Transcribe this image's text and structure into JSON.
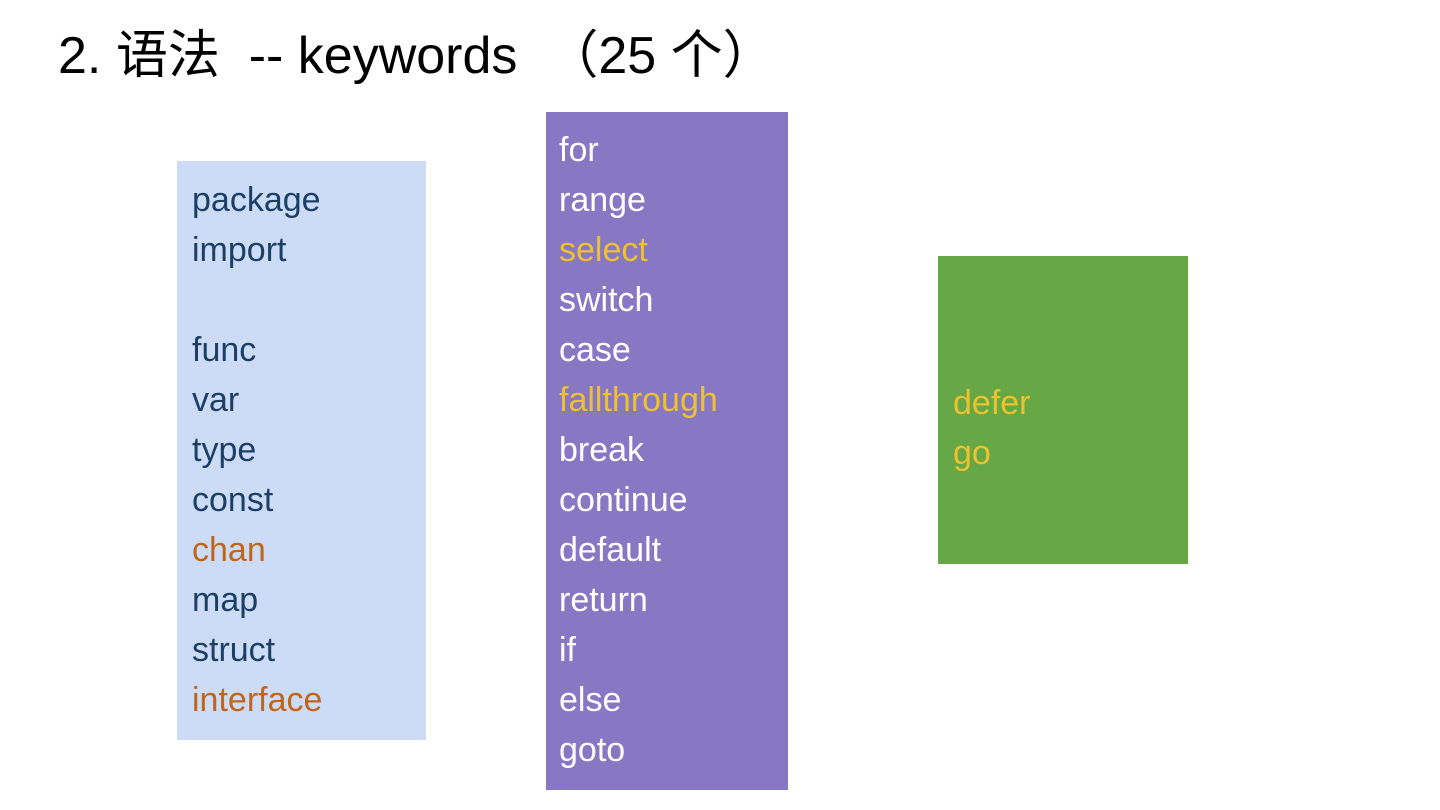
{
  "slide": {
    "title": "2. 语法  -- keywords  （25 个）",
    "background_color": "#ffffff"
  },
  "boxes": [
    {
      "name": "declarations",
      "background_color": "#ccdcf7",
      "text_color": "#1c3f66",
      "accent_color": "#c0651a",
      "items": [
        {
          "label": "package",
          "accent": false
        },
        {
          "label": "import",
          "accent": false
        },
        {
          "label": " ",
          "accent": false,
          "spacer": true
        },
        {
          "label": "func",
          "accent": false
        },
        {
          "label": "var",
          "accent": false
        },
        {
          "label": "type",
          "accent": false
        },
        {
          "label": "const",
          "accent": false
        },
        {
          "label": "chan",
          "accent": true
        },
        {
          "label": "map",
          "accent": false
        },
        {
          "label": "struct",
          "accent": false
        },
        {
          "label": "interface",
          "accent": true
        }
      ]
    },
    {
      "name": "control-flow",
      "background_color": "#8878c3",
      "text_color": "#ffffff",
      "accent_color": "#edc22e",
      "items": [
        {
          "label": "for",
          "accent": false
        },
        {
          "label": "range",
          "accent": false
        },
        {
          "label": "select",
          "accent": true
        },
        {
          "label": "switch",
          "accent": false
        },
        {
          "label": "case",
          "accent": false
        },
        {
          "label": "fallthrough",
          "accent": true
        },
        {
          "label": "break",
          "accent": false
        },
        {
          "label": "continue",
          "accent": false
        },
        {
          "label": "default",
          "accent": false
        },
        {
          "label": "return",
          "accent": false
        },
        {
          "label": "if",
          "accent": false
        },
        {
          "label": "else",
          "accent": false
        },
        {
          "label": "goto",
          "accent": false
        }
      ]
    },
    {
      "name": "concurrency",
      "background_color": "#66a845",
      "text_color": "#edc22e",
      "accent_color": "#edc22e",
      "items": [
        {
          "label": "defer",
          "accent": true
        },
        {
          "label": "go",
          "accent": true
        }
      ]
    }
  ]
}
